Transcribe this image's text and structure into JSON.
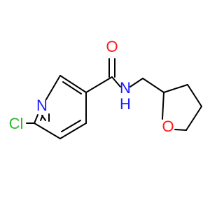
{
  "molecule": {
    "atoms": {
      "cl": {
        "text": "Cl",
        "color": "#2db82d"
      },
      "n_ring": {
        "text": "N",
        "color": "#1a1aff"
      },
      "o_carbonyl": {
        "text": "O",
        "color": "#ff1a1a"
      },
      "n_amide": {
        "text": "N",
        "color": "#1a1aff"
      },
      "h_amide": {
        "text": "H",
        "color": "#1a1aff"
      },
      "o_ring": {
        "text": "O",
        "color": "#ff1a1a"
      }
    },
    "bond_color": "#000000"
  }
}
